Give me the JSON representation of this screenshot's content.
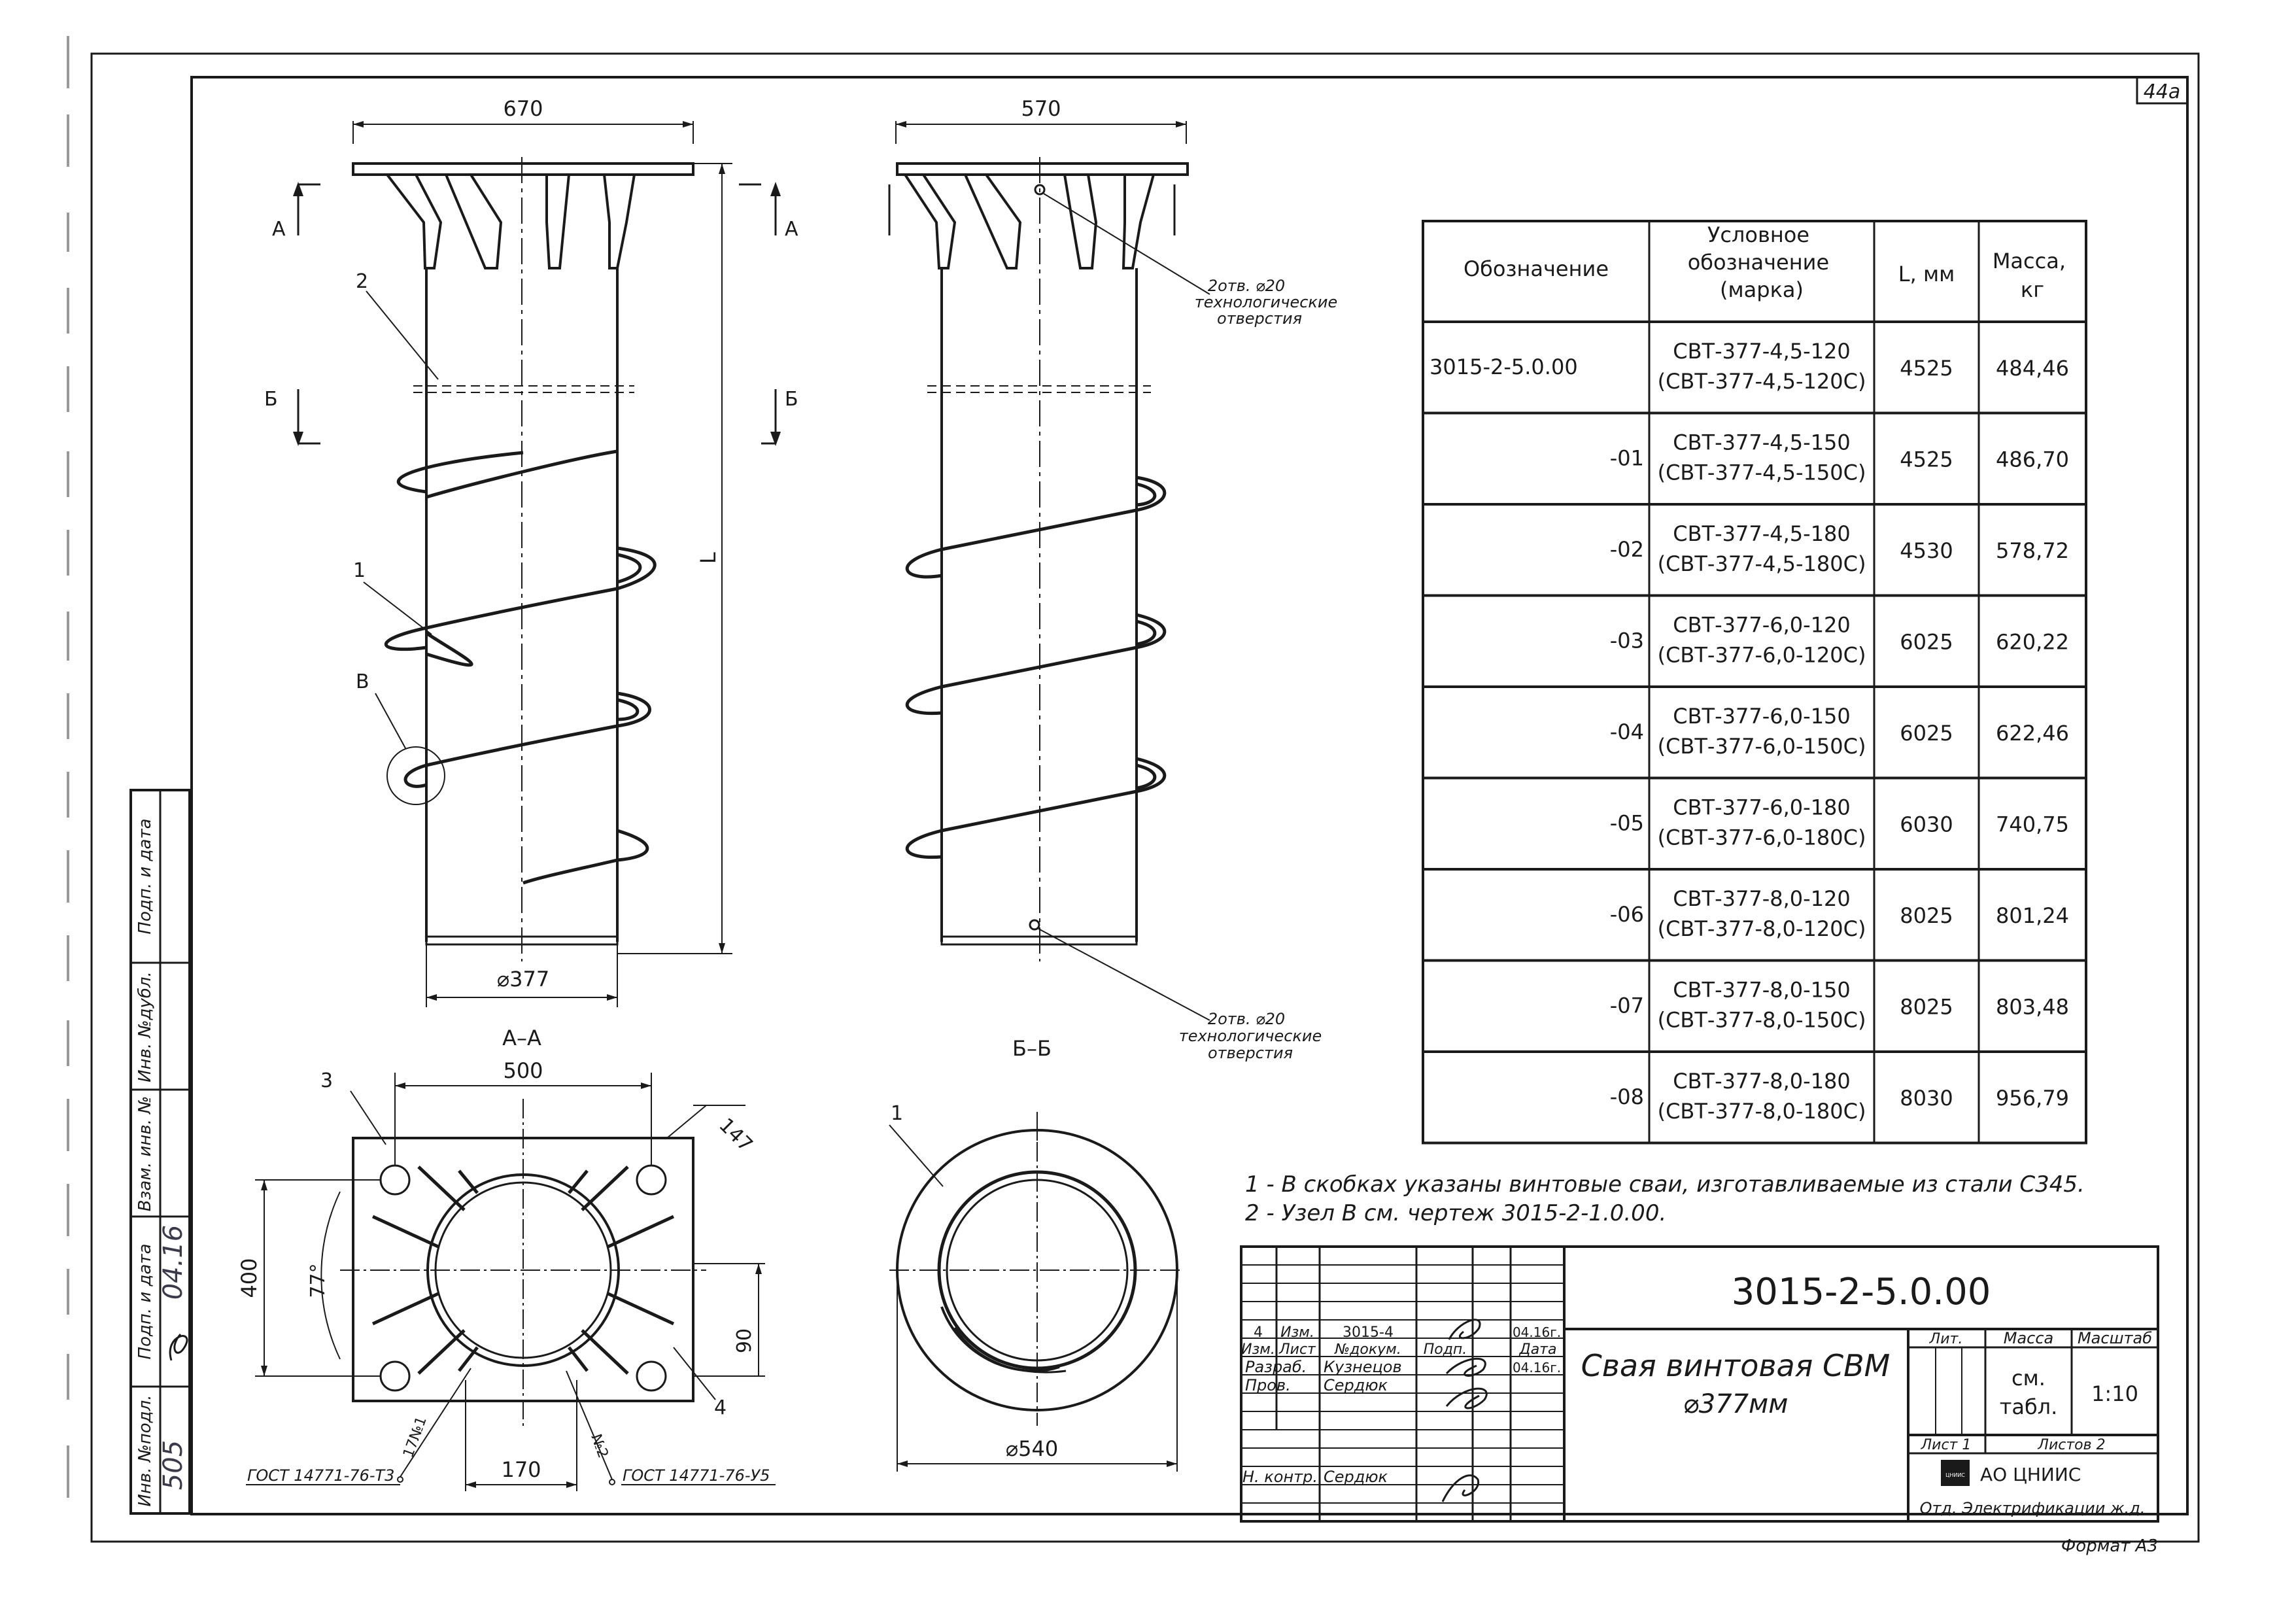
{
  "sheet": {
    "page_number": "44a",
    "format": "Формат А3"
  },
  "view_front": {
    "dim_width": "670",
    "dim_diameter": "⌀377",
    "dim_length": "L",
    "section_a": "А",
    "section_b": "Б",
    "pos_1": "1",
    "pos_2": "2",
    "pos_b": "В"
  },
  "view_side": {
    "dim_width": "570",
    "section_a": "А",
    "section_b": "Б",
    "note_top": [
      "2отв. ⌀20",
      "технологические",
      "отверстия"
    ],
    "note_bottom": [
      "2отв. ⌀20",
      "технологические",
      "отверстия"
    ]
  },
  "section_aa": {
    "title": "А–А",
    "dim_500": "500",
    "dim_147": "147",
    "dim_400": "400",
    "angle": "77°",
    "dim_90": "90",
    "dim_170": "170",
    "pos_3": "3",
    "pos_4": "4",
    "weld_1": "17№1",
    "weld_2": "№2",
    "gost_left": "ГОСТ 14771-76-Т3",
    "gost_right": "ГОСТ 14771-76-У5"
  },
  "section_bb": {
    "title": "Б–Б",
    "pos_1": "1",
    "dim_diameter": "⌀540"
  },
  "spec_table": {
    "headers": [
      "Обозначение",
      "Условное обозначение (марка)",
      "L, мм",
      "Масса, кг"
    ],
    "rows": [
      {
        "designation": "3015-2-5.0.00",
        "mark": "СВТ-377-4,5-120",
        "mark_alt": "(СВТ-377-4,5-120С)",
        "length": "4525",
        "mass": "484,46"
      },
      {
        "designation": "-01",
        "mark": "СВТ-377-4,5-150",
        "mark_alt": "(СВТ-377-4,5-150С)",
        "length": "4525",
        "mass": "486,70"
      },
      {
        "designation": "-02",
        "mark": "СВТ-377-4,5-180",
        "mark_alt": "(СВТ-377-4,5-180С)",
        "length": "4530",
        "mass": "578,72"
      },
      {
        "designation": "-03",
        "mark": "СВТ-377-6,0-120",
        "mark_alt": "(СВТ-377-6,0-120С)",
        "length": "6025",
        "mass": "620,22"
      },
      {
        "designation": "-04",
        "mark": "СВТ-377-6,0-150",
        "mark_alt": "(СВТ-377-6,0-150С)",
        "length": "6025",
        "mass": "622,46"
      },
      {
        "designation": "-05",
        "mark": "СВТ-377-6,0-180",
        "mark_alt": "(СВТ-377-6,0-180С)",
        "length": "6030",
        "mass": "740,75"
      },
      {
        "designation": "-06",
        "mark": "СВТ-377-8,0-120",
        "mark_alt": "(СВТ-377-8,0-120С)",
        "length": "8025",
        "mass": "801,24"
      },
      {
        "designation": "-07",
        "mark": "СВТ-377-8,0-150",
        "mark_alt": "(СВТ-377-8,0-150С)",
        "length": "8025",
        "mass": "803,48"
      },
      {
        "designation": "-08",
        "mark": "СВТ-377-8,0-180",
        "mark_alt": "(СВТ-377-8,0-180С)",
        "length": "8030",
        "mass": "956,79"
      }
    ]
  },
  "notes": [
    "1 - В скобках указаны винтовые сваи, изготавливаемые из стали С345.",
    "2 - Узел В см. чертеж 3015-2-1.0.00."
  ],
  "title_block": {
    "doc_number": "3015-2-5.0.00",
    "title_line1": "Свая винтовая СВМ",
    "title_line2": "⌀377мм",
    "rev_row": {
      "count": "4",
      "change": "Изм.",
      "doc": "3015-4",
      "date": "04.16г."
    },
    "headers": {
      "izm": "Изм.",
      "list": "Лист",
      "doc": "№докум.",
      "sign": "Подп.",
      "date": "Дата"
    },
    "razrab_label": "Разраб.",
    "razrab_name": "Кузнецов",
    "razrab_date": "04.16г.",
    "prov_label": "Пров.",
    "prov_name": "Сердюк",
    "nkontr_label": "Н. контр.",
    "nkontr_name": "Сердюк",
    "lit_label": "Лит.",
    "mass_label": "Масса",
    "scale_label": "Масштаб",
    "mass_value_1": "см.",
    "mass_value_2": "табл.",
    "scale_value": "1:10",
    "sheet_label": "Лист 1",
    "sheets_label": "Листов 2",
    "org_logo": "ЦНИИС",
    "org_name": "АО ЦНИИС",
    "org_dept": "Отд. Электрификации ж.д."
  },
  "side_stamp": {
    "labels": [
      "Инв. №подл.",
      "Подп. и дата",
      "Взам. инв. №",
      "Инв. №дубл.",
      "Подп. и дата"
    ],
    "inv_value": "505",
    "sign_date": "04.16"
  }
}
